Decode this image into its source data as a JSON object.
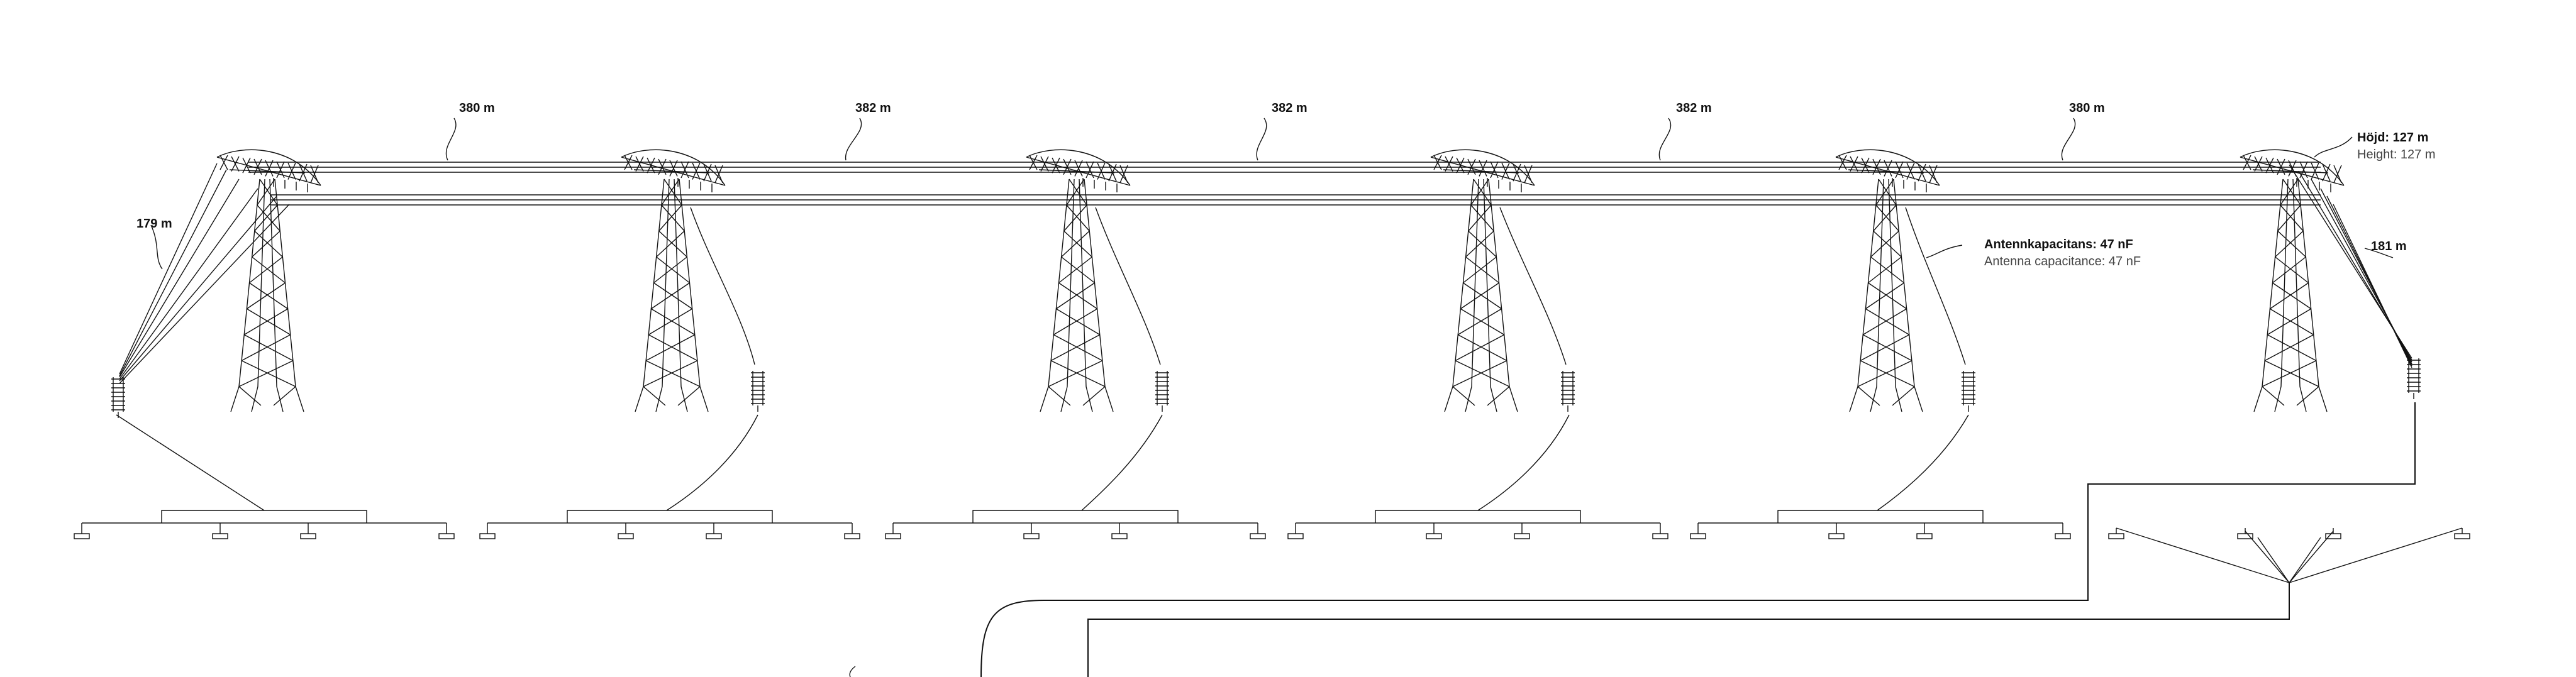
{
  "spans": [
    {
      "label": "380 m"
    },
    {
      "label": "382 m"
    },
    {
      "label": "382 m"
    },
    {
      "label": "382 m"
    },
    {
      "label": "380 m"
    }
  ],
  "left_span": {
    "label": "179 m"
  },
  "right_span": {
    "label": "181 m"
  },
  "height": {
    "label_sv": "Höjd: 127 m",
    "label_en": "Height: 127 m"
  },
  "capacitance": {
    "label_sv": "Antennkapacitans: 47 nF",
    "label_en": "Antenna capacitance: 47 nF"
  },
  "tower_count": 6
}
